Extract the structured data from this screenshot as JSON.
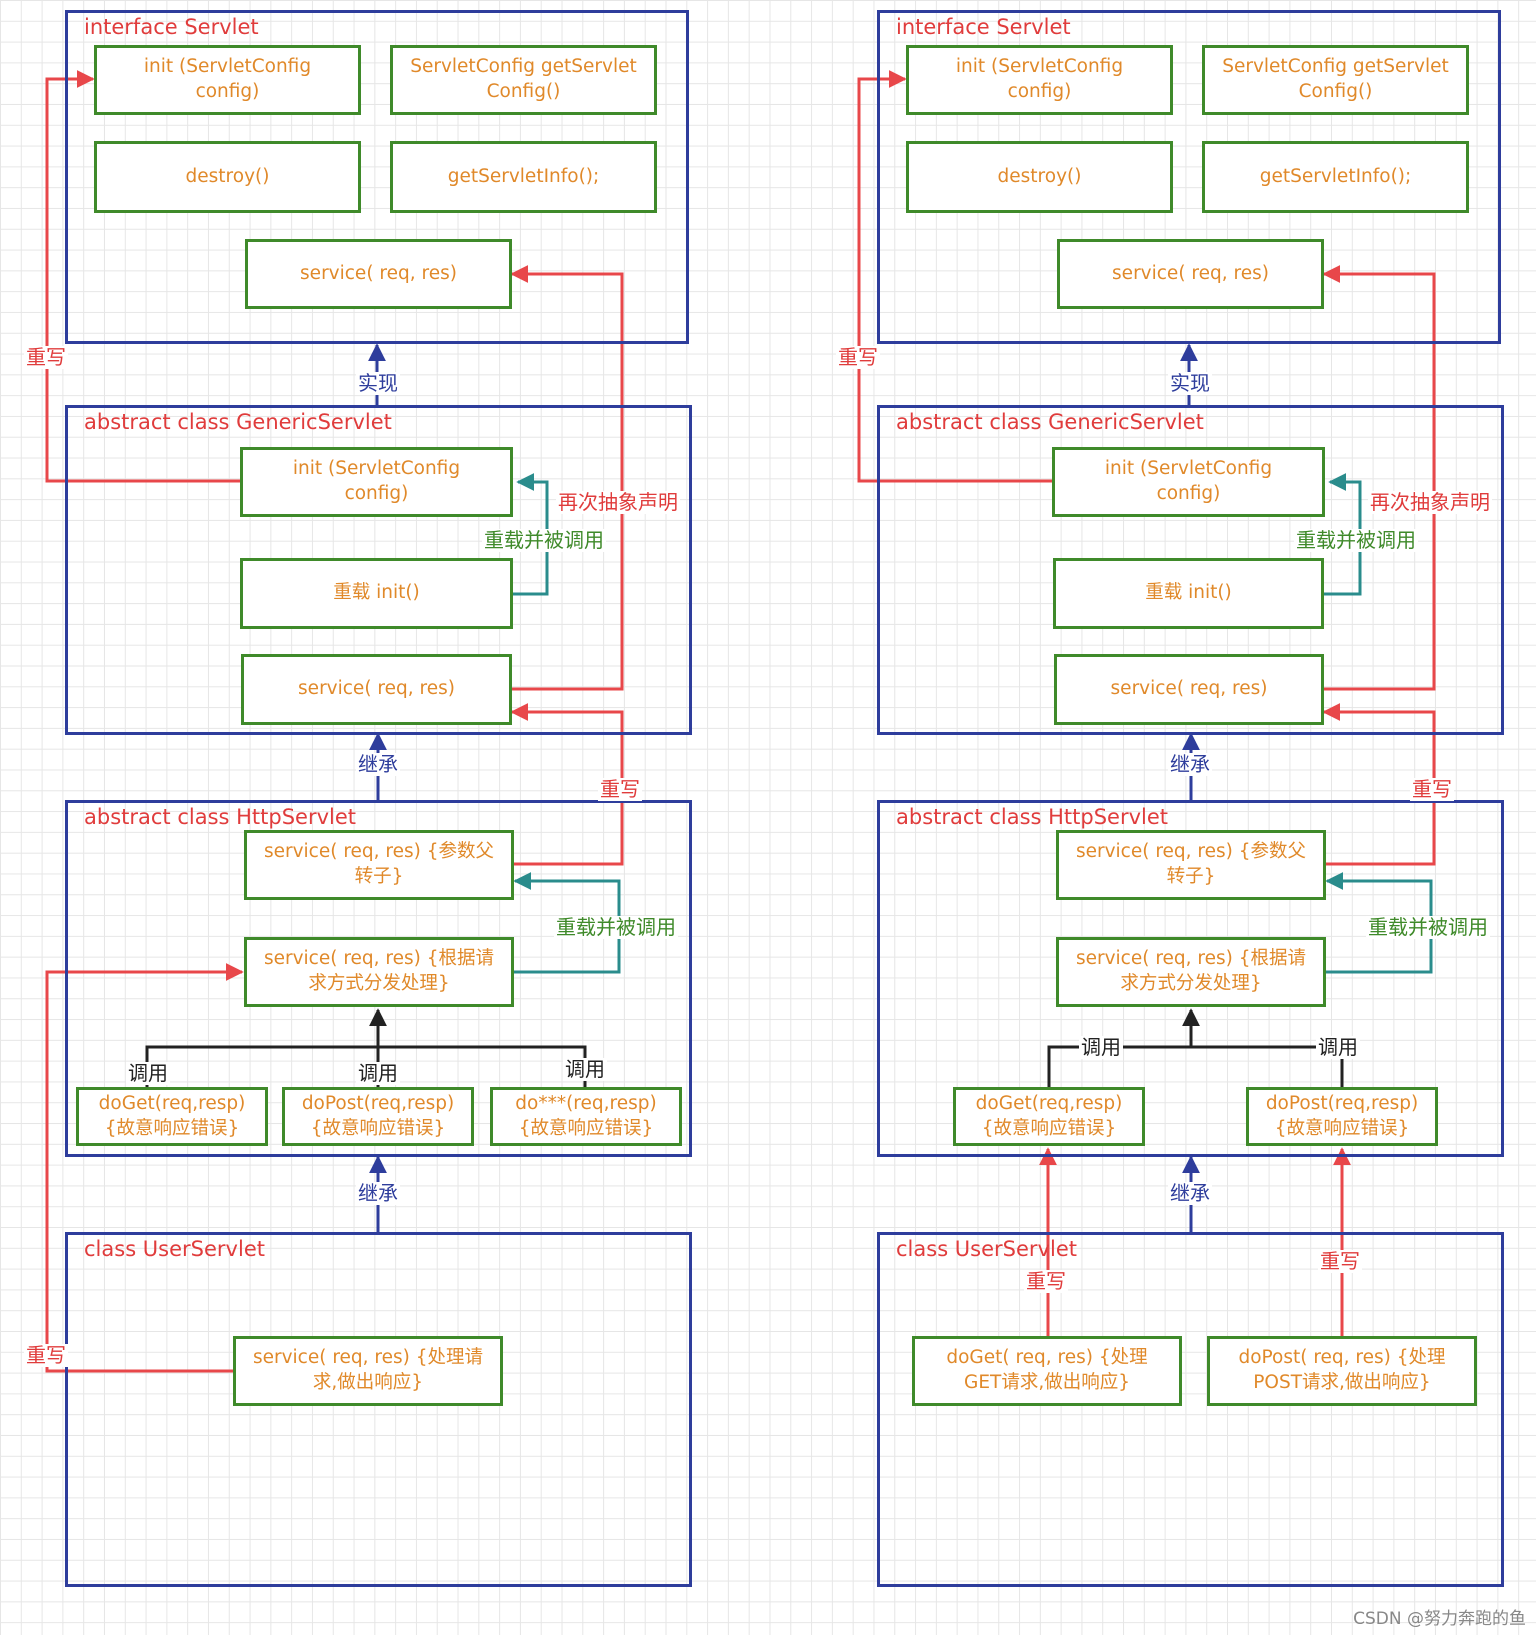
{
  "left": {
    "interface": {
      "title": "interface Servlet",
      "init": [
        "init (ServletConfig",
        "config)"
      ],
      "getconfig": [
        "ServletConfig getServlet",
        "Config()"
      ],
      "destroy": "destroy()",
      "info": "getServletInfo();",
      "service": "service( req,  res)"
    },
    "generic": {
      "title": "abstract class GenericServlet",
      "init": [
        "init (ServletConfig",
        "config)"
      ],
      "overload": "重载 init()",
      "service": "service( req,  res)"
    },
    "http": {
      "title": "abstract class HttpServlet",
      "service1": [
        "service( req,  res) {参数父",
        "转子}"
      ],
      "service2": [
        "service( req,  res) {根据请",
        "求方式分发处理}"
      ],
      "doget": [
        "doGet(req,resp)",
        "{故意响应错误}"
      ],
      "dopost": [
        "doPost(req,resp)",
        "{故意响应错误}"
      ],
      "doany": [
        "do***(req,resp)",
        "{故意响应错误}"
      ]
    },
    "user": {
      "title": "class UserServlet",
      "service": [
        "service( req,  res) {处理请",
        "求,做出响应}"
      ]
    },
    "labels": {
      "override_top": "重写",
      "implement": "实现",
      "redeclare": "再次抽象声明",
      "overload_call": "重载并被调用",
      "inherit1": "继承",
      "override_mid": "重写",
      "overload_call2": "重载并被调用",
      "call1": "调用",
      "call2": "调用",
      "call3": "调用",
      "inherit2": "继承",
      "override_bottom": "重写"
    }
  },
  "right": {
    "interface": {
      "title": "interface Servlet",
      "init": [
        "init (ServletConfig",
        "config)"
      ],
      "getconfig": [
        "ServletConfig getServlet",
        "Config()"
      ],
      "destroy": "destroy()",
      "info": "getServletInfo();",
      "service": "service( req,  res)"
    },
    "generic": {
      "title": "abstract class GenericServlet",
      "init": [
        "init (ServletConfig",
        "config)"
      ],
      "overload": "重载 init()",
      "service": "service( req,  res)"
    },
    "http": {
      "title": "abstract class HttpServlet",
      "service1": [
        "service( req,  res) {参数父",
        "转子}"
      ],
      "service2": [
        "service( req,  res) {根据请",
        "求方式分发处理}"
      ],
      "doget": [
        "doGet(req,resp)",
        "{故意响应错误}"
      ],
      "dopost": [
        "doPost(req,resp)",
        "{故意响应错误}"
      ]
    },
    "user": {
      "title": "class UserServlet",
      "doget": [
        "doGet( req,  res) {处理",
        "GET请求,做出响应}"
      ],
      "dopost": [
        "doPost( req,  res) {处理",
        "POST请求,做出响应}"
      ]
    },
    "labels": {
      "override_top": "重写",
      "implement": "实现",
      "redeclare": "再次抽象声明",
      "overload_call": "重载并被调用",
      "inherit1": "继承",
      "override_mid": "重写",
      "overload_call2": "重载并被调用",
      "call1": "调用",
      "call2": "调用",
      "inherit2": "继承",
      "override_get": "重写",
      "override_post": "重写"
    }
  },
  "watermark": "CSDN @努力奔跑的鱼",
  "colors": {
    "class_border": "#2e3d9c",
    "method_border": "#3f8a2a",
    "method_text": "#e0892a",
    "override_line": "#e8474a",
    "overload_line": "#2a8c8c",
    "call_line": "#222222",
    "inherit_arrow": "#2e3d9c"
  }
}
